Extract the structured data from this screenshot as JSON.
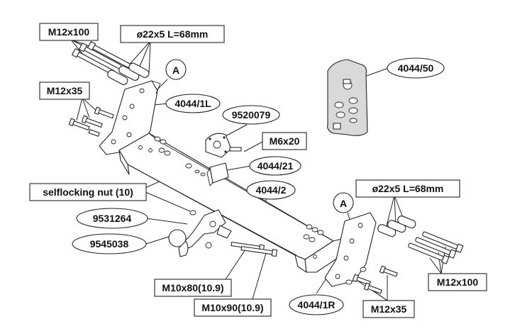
{
  "labels": {
    "bolt_m12x100_top": "M12x100",
    "sleeve_top": "ø22x5 L=68mm",
    "detail_a_left": "A",
    "bolt_m12x35_left": "M12x35",
    "bracket_left": "4044/1L",
    "socket_plate": "9520079",
    "screw_m6x20": "M6x20",
    "socket_bracket": "4044/21",
    "nut": "selflocking nut (10)",
    "crossbar": "4044/2",
    "ball_part": "9531264",
    "ball_neck": "9545038",
    "bolt_m10x80": "M10x80(10.9)",
    "bolt_m10x90": "M10x90(10.9)",
    "bracket_right": "4044/1R",
    "bolt_m12x35_right": "M12x35",
    "detail_a_right": "A",
    "sleeve_right": "ø22x5 L=68mm",
    "bolt_m12x100_right": "M12x100",
    "hardware_bag": "4044/50"
  }
}
